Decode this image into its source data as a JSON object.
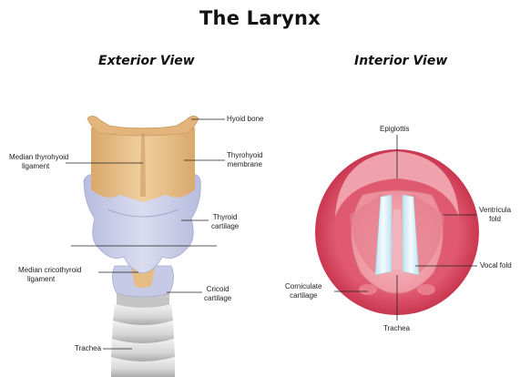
{
  "title": "The Larynx",
  "exterior": {
    "heading": "Exterior View",
    "labels": {
      "hyoid": "Hyoid bone",
      "thyrohyoid_1": "Thyrohyoid",
      "thyrohyoid_2": "membrane",
      "median_thyrohyoid_1": "Median thyrohyoid",
      "median_thyrohyoid_2": "ligament",
      "thyroid_1": "Thyroid",
      "thyroid_2": "cartilage",
      "median_cricothyroid_1": "Median cricothyroid",
      "median_cricothyroid_2": "ligament",
      "cricoid_1": "Cricoid",
      "cricoid_2": "cartilage",
      "trachea": "Trachea"
    }
  },
  "interior": {
    "heading": "Interior View",
    "labels": {
      "epiglottis": "Epiglottis",
      "ventricular_1": "Ventricula",
      "ventricular_2": "fold",
      "vocal_fold": "Vocal fold",
      "corniculate_1": "Corniculate",
      "corniculate_2": "cartilage",
      "trachea": "Trachea"
    }
  },
  "colors": {
    "hyoid_tan": "#e8c08e",
    "hyoid_shadow": "#c99b62",
    "thyroid_blue": "#c9cde6",
    "thyroid_shadow": "#a9aed3",
    "trachea_gray": "#d9d9d9",
    "interior_outer_red": "#d9455f",
    "interior_inner_pink": "#f2a5ae",
    "vocal_fold_white": "#e8f4f8"
  }
}
